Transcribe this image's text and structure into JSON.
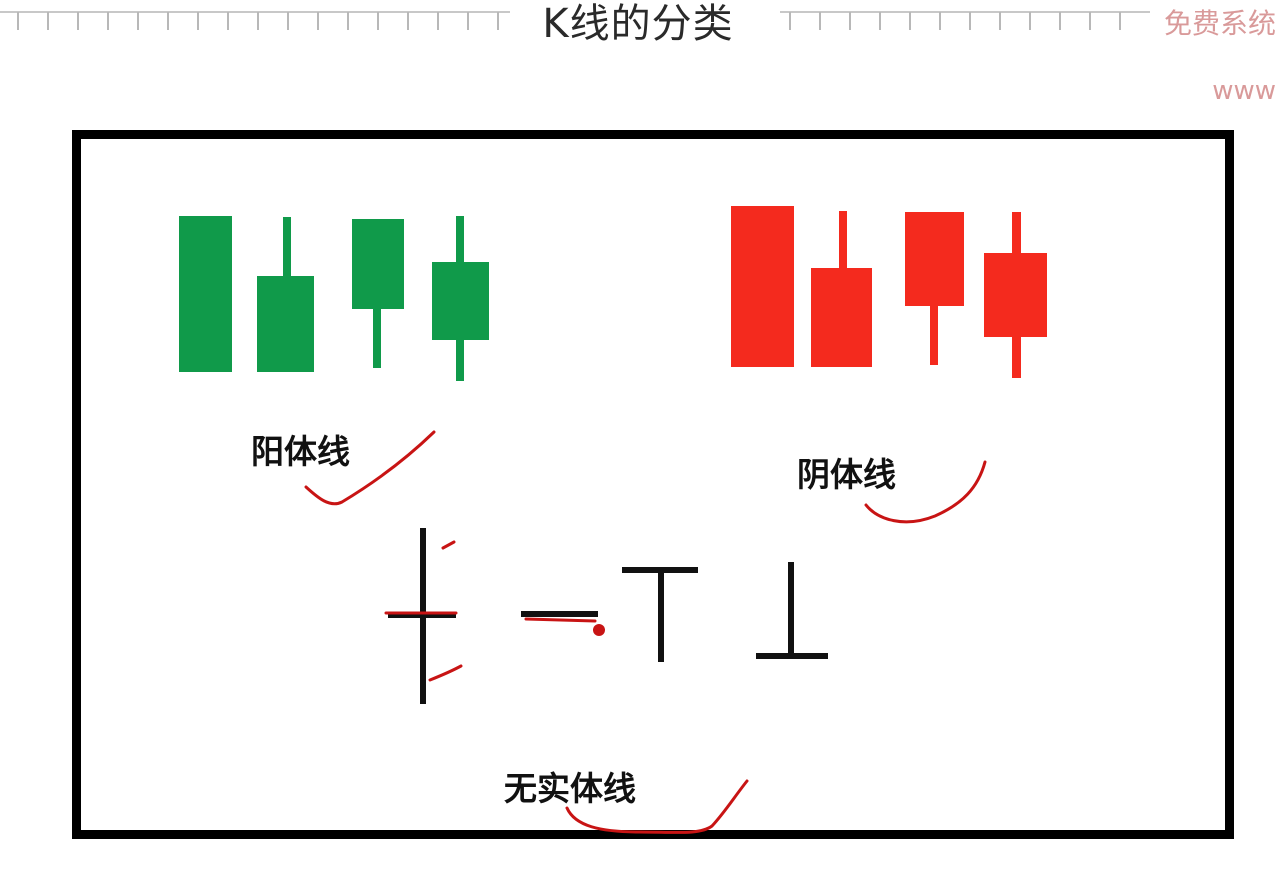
{
  "slide": {
    "title": "K线的分类",
    "watermark_top": "免费系统",
    "watermark_url": "www"
  },
  "groups": {
    "bullish": {
      "label": "阳体线",
      "color": "#109a4a",
      "candles": [
        {
          "style": "body-only"
        },
        {
          "style": "upper-shadow"
        },
        {
          "style": "lower-shadow"
        },
        {
          "style": "both-shadows"
        }
      ]
    },
    "bearish": {
      "label": "阴体线",
      "color": "#f42a1e",
      "candles": [
        {
          "style": "body-only"
        },
        {
          "style": "upper-shadow"
        },
        {
          "style": "lower-shadow"
        },
        {
          "style": "both-shadows"
        }
      ]
    },
    "no_body": {
      "label": "无实体线",
      "color": "#111111",
      "shapes": [
        "cross",
        "one-line",
        "t-line",
        "inverted-t-line"
      ]
    }
  },
  "annotations": {
    "color": "#c81414",
    "marks": [
      "underline-bullish",
      "underline-bearish",
      "underline-no-body",
      "cross-highlight",
      "dash-underline",
      "cursor-dot"
    ]
  }
}
